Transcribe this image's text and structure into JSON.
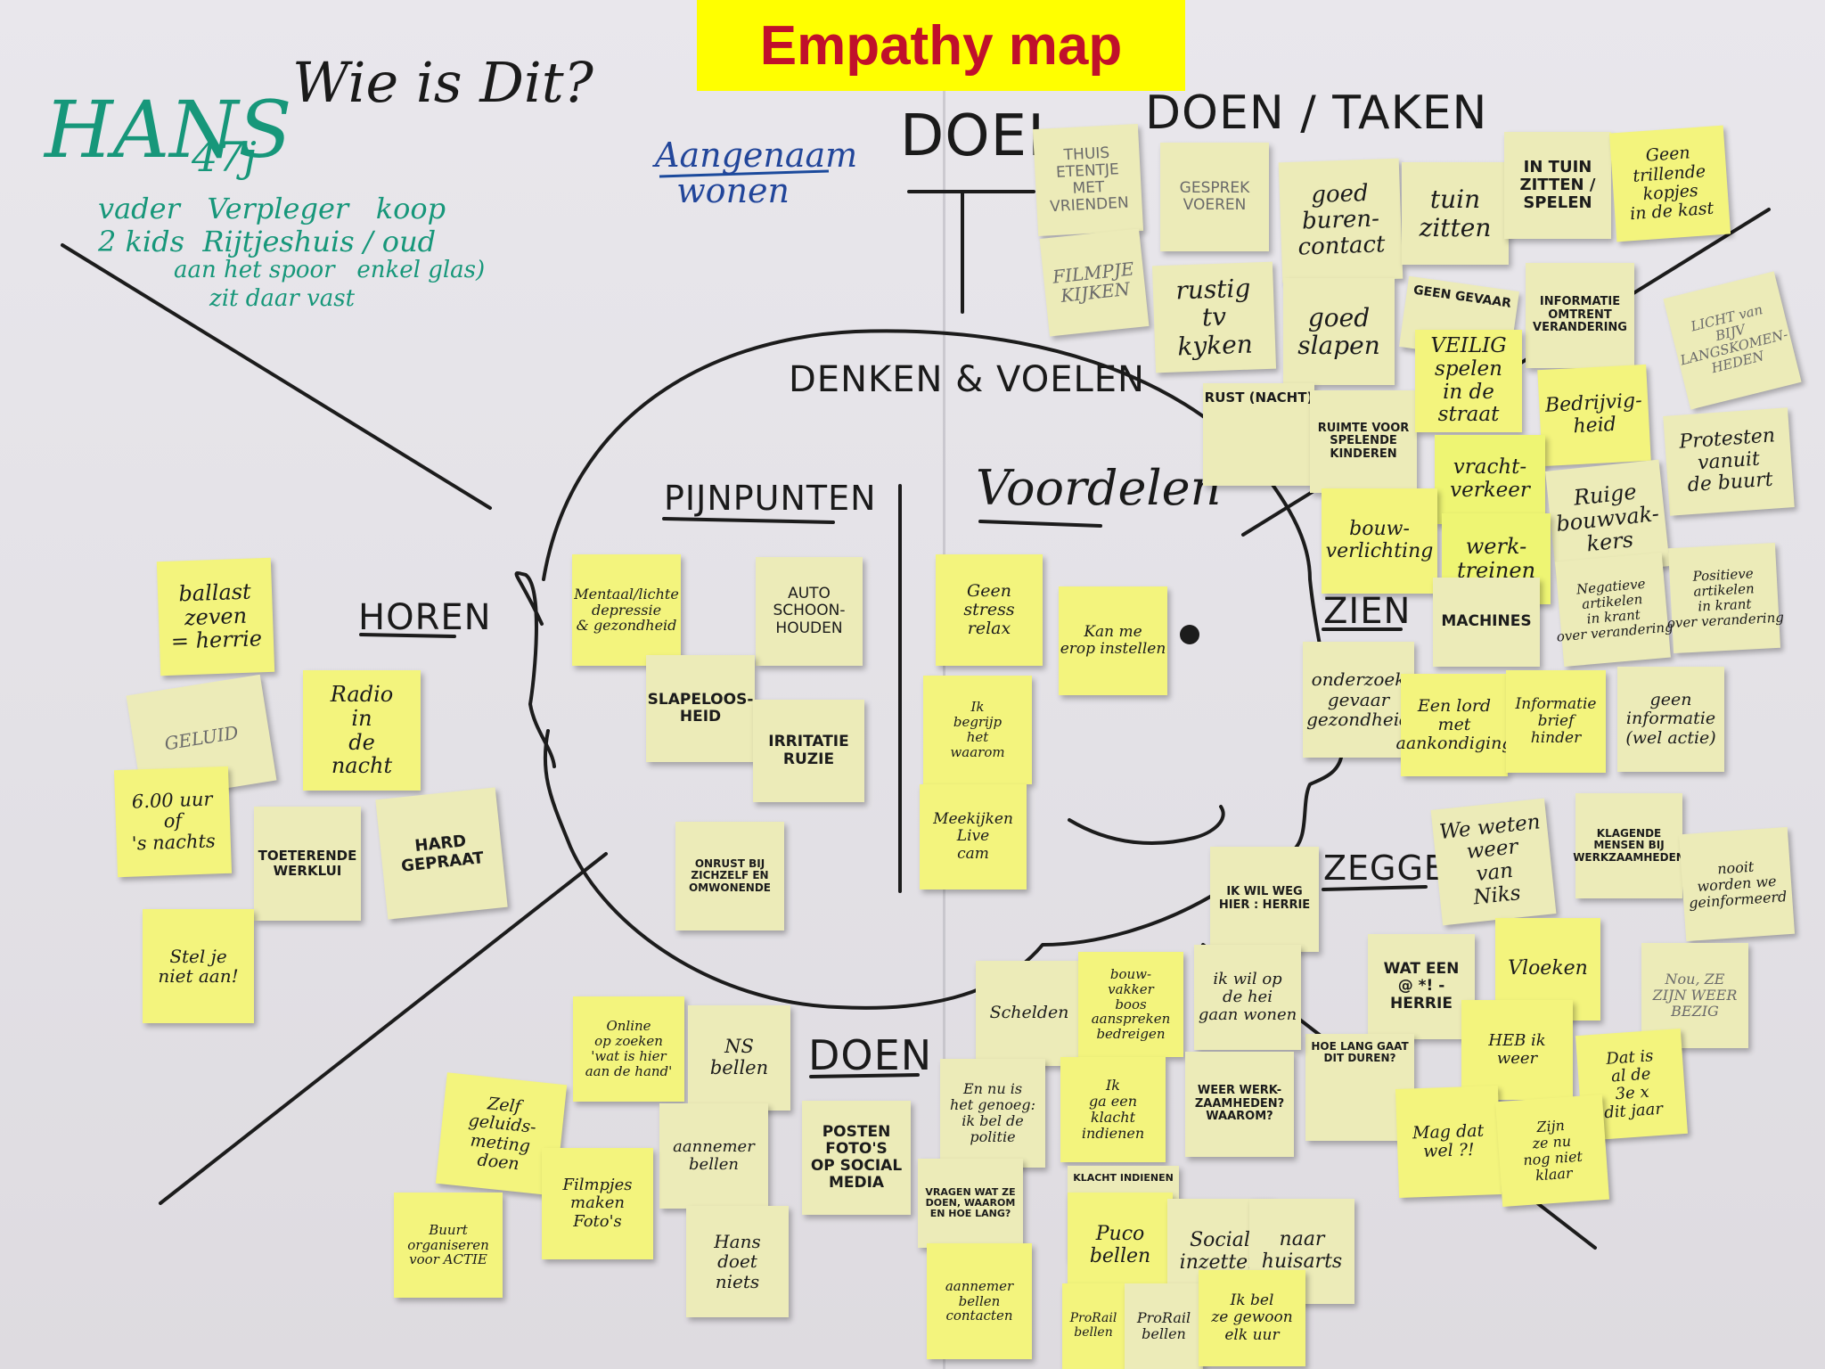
{
  "colors": {
    "banner_bg": "#ffff00",
    "banner_text": "#c0102b",
    "sticky_yellow": "#f3f47d",
    "sticky_pale": "#ecebb8",
    "marker_green": "#17977a",
    "marker_blue": "#22469a"
  },
  "banner": {
    "title": "Empathy map"
  },
  "labels": {
    "wie": "Wie is Dit?",
    "doel": "DOEL",
    "doen_taken": "DOEN / TAKEN",
    "denken": "DENKEN & VOELEN",
    "pijnpunten": "PIJNPUNTEN",
    "voordelen": "Voordelen",
    "horen": "HOREN",
    "zien": "ZIEN",
    "zeggen": "ZEGGEN",
    "doen": "DOEN"
  },
  "persona": {
    "name": "HANS",
    "age": "47j",
    "line1": "vader   Verpleger   koop",
    "line2": "2 kids  Rijtjeshuis / oud",
    "line3": "aan het spoor   enkel glas)",
    "line4": "zit daar vast"
  },
  "goal": "Aangenaam\n  wonen",
  "notes": {
    "doen_taken": [
      "THUIS\nETENTJE\nMET\nVRIENDEN",
      "GESPREK\nVOEREN",
      "goed\nburen-\ncontact",
      "tuin\nzitten",
      "IN TUIN\nZITTEN /\nSPELEN",
      "Geen\ntrillende\nkopjes\nin de kast",
      "FILMPJE\nKIJKEN",
      "rustig\ntv\nkyken",
      "goed\nslapen",
      "GEEN GEVAAR",
      "INFORMATIE\nOMTRENT\nVERANDERING",
      "LICHT van\nBIJV\nLANGSKOMEN-\nHEDEN",
      "RUST (NACHT)",
      "RUIMTE VOOR\nSPELENDE\nKINDEREN",
      "VEILIG\nspelen\nin de\nstraat",
      "Bedrijvig-\nheid",
      "Protesten\nvanuit\nde buurt"
    ],
    "zien": [
      "vracht-\nverkeer",
      "Ruige\nbouwvak-\nkers",
      "bouw-\nverlichting",
      "werk-\ntreinen",
      "Negatieve\nartikelen\nin krant\nover verandering",
      "Positieve\nartikelen\nin krant\nover verandering",
      "MACHINES",
      "onderzoek\ngevaar\ngezondheid",
      "Een lord\nmet\naankondiging",
      "Informatie\nbrief\nhinder",
      "geen\ninformatie\n(wel actie)"
    ],
    "horen": [
      "ballast\nzeven\n= herrie",
      "GELUID",
      "Radio\nin\nde\nnacht",
      "6.00 uur\nof\n's nachts",
      "TOETERENDE\nWERKLUI",
      "HARD\nGEPRAAT",
      "Stel je\nniet aan!"
    ],
    "pijnpunten": [
      "Mentaal/lichte\ndepressie\n& gezondheid",
      "AUTO\nSCHOON-\nHOUDEN",
      "SLAPELOOS-\nHEID",
      "IRRITATIE\nRUZIE",
      "ONRUST BIJ\nZICHZELF EN\nOMWONENDE"
    ],
    "voordelen": [
      "Geen\nstress\nrelax",
      "Kan me\nerop instellen",
      "Ik\nbegrijp\nhet\nwaarom",
      "Meekijken\nLive\ncam"
    ],
    "zeggen": [
      "IK WIL WEG\nHIER : HERRIE",
      "We weten\nweer\nvan\nNiks",
      "KLAGENDE\nMENSEN BIJ\nWERKZAAMHEDEN",
      "nooit\nworden we\ngeinformeerd",
      "Vloeken",
      "WAT EEN\n@ *! -\nHERRIE",
      "Nou, ZE\nZIJN WEER\nBEZIG",
      "HEB ik\nweer",
      "Dat is\nal de\n3e x\ndit jaar",
      "HOE LANG GAAT\nDIT DUREN?",
      "Mag dat\nwel ?!",
      "Zijn\nze nu\nnog niet\nklaar"
    ],
    "doen": [
      "Schelden",
      "bouw-\nvakker\nboos\naanspreken\nbedreigen",
      "ik wil op\nde hei\ngaan wonen",
      "Online\nop zoeken\n'wat is hier\naan de hand'",
      "NS\nbellen",
      "Zelf\ngeluids-\nmeting\ndoen",
      "aannemer\nbellen",
      "POSTEN\nFOTO'S\nOP SOCIAL\nMEDIA",
      "En nu is\nhet genoeg:\nik bel de\npolitie",
      "Ik\nga een\nklacht\nindienen",
      "WEER WERK-\nZAAMHEDEN?\nWAAROM?",
      "Filmpjes\nmaken\nFoto's",
      "Buurt\norganiseren\nvoor ACTIE",
      "Hans\ndoet\nniets",
      "VRAGEN WAT ZE\nDOEN, WAAROM\nEN HOE LANG?",
      "KLACHT INDIENEN",
      "Puco\nbellen",
      "Social\ninzetten",
      "naar\nhuisarts",
      "aannemer\nbellen\ncontacten",
      "ProRail\nbellen",
      "ProRail\nbellen",
      "Ik bel\nze gewoon\nelk uur"
    ]
  }
}
